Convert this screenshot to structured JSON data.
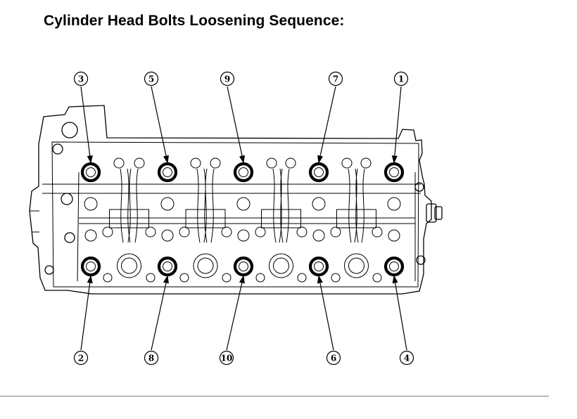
{
  "title": "Cylinder Head Bolts Loosening Sequence:",
  "bolts": [
    {
      "label": "3",
      "row": "top",
      "col": 0
    },
    {
      "label": "5",
      "row": "top",
      "col": 1
    },
    {
      "label": "9",
      "row": "top",
      "col": 2
    },
    {
      "label": "7",
      "row": "top",
      "col": 3
    },
    {
      "label": "1",
      "row": "top",
      "col": 4
    },
    {
      "label": "2",
      "row": "bottom",
      "col": 0
    },
    {
      "label": "8",
      "row": "bottom",
      "col": 1
    },
    {
      "label": "10",
      "row": "bottom",
      "col": 2
    },
    {
      "label": "6",
      "row": "bottom",
      "col": 3
    },
    {
      "label": "4",
      "row": "bottom",
      "col": 4
    }
  ]
}
